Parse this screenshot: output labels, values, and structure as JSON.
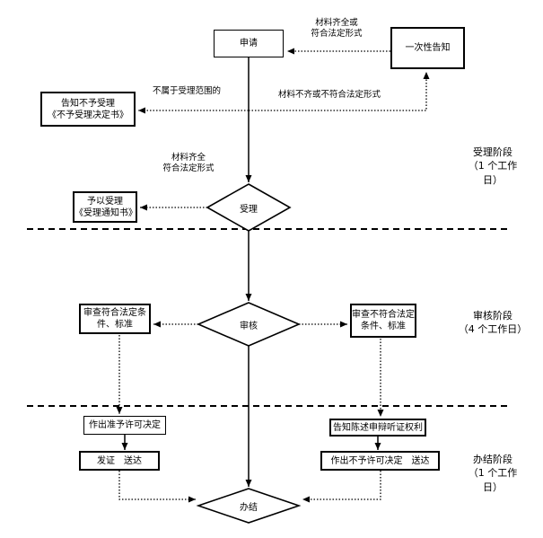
{
  "nodes": {
    "apply": "申请",
    "one_time_notice": "一次性告知",
    "reject_notice": "告知不予受理\n《不予受理决定书》",
    "accept_notice": "予以受理\n《受理通知书》",
    "review_pass": "审查符合法定条\n件、标准",
    "review_fail": "审查不符合法定\n条件、标准",
    "grant_decision": "作出准予许可决定",
    "issue_deliver": "发证　送达",
    "hearing_rights": "告知陈述申辩听证权利",
    "deny_decision": "作出不予许可决定　送达"
  },
  "decisions": {
    "accept": "受理",
    "review": "审核",
    "complete": "办结"
  },
  "edge_labels": {
    "complete_or_legal": "材料齐全或\n符合法定形式",
    "not_in_scope": "不属于受理范围的",
    "incomplete_or_illegal": "材料不齐或不符合法定形式",
    "complete_legal": "材料齐全\n符合法定形式"
  },
  "stages": {
    "acceptance": "受理阶段\n（1 个工作\n日）",
    "review": "审核阶段\n（4 个工作日）",
    "completion": "办结阶段\n（1 个工作\n日）"
  },
  "colors": {
    "line": "#000000",
    "background": "#ffffff",
    "text": "#000000"
  }
}
